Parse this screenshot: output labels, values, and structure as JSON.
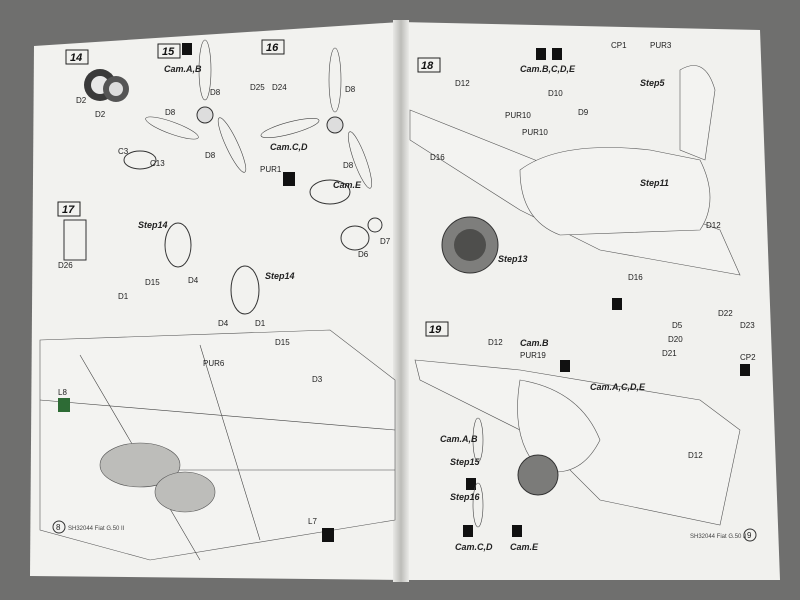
{
  "colors": {
    "background": "#6f6f6e",
    "paper": "#f1f1ef",
    "ink": "#222222"
  },
  "left_page": {
    "page_number": "8",
    "footer": "SH32044  Fiat G.50 II",
    "steps": [
      {
        "number": "14",
        "parts": [
          "D2",
          "D2"
        ]
      },
      {
        "number": "15",
        "camo": "Cam.A,B",
        "parts": [
          "D8",
          "D8",
          "D8",
          "C3",
          "C13"
        ]
      },
      {
        "number": "16",
        "camo": "Cam.C,D",
        "parts": [
          "D24",
          "D25",
          "D8",
          "D8",
          "PUR1",
          "D7",
          "D6"
        ],
        "camo2": "Cam.E"
      },
      {
        "number": "17",
        "parts": [
          "D26",
          "D15",
          "D4",
          "D1",
          "D4",
          "D1",
          "D15",
          "PUR6",
          "D3",
          "L8",
          "L7"
        ],
        "callouts": [
          "Step14",
          "Step14"
        ]
      }
    ]
  },
  "right_page": {
    "page_number": "9",
    "footer": "SH32044  Fiat G.50 II",
    "steps": [
      {
        "number": "18",
        "camo": "Cam.B,C,D,E",
        "parts": [
          "D12",
          "CP1",
          "PUR3",
          "D10",
          "D9",
          "PUR10",
          "PUR10",
          "D16",
          "D12",
          "D16",
          "D5",
          "D22",
          "D23",
          "D20",
          "D21"
        ],
        "callouts": [
          "Step5",
          "Step11",
          "Step13"
        ]
      },
      {
        "number": "19",
        "camo": "Cam.B",
        "camo2": "Cam.A,C,D,E",
        "camo3": "Cam.A,B",
        "camo4": "Cam.C,D",
        "camo5": "Cam.E",
        "parts": [
          "D12",
          "PUR19",
          "CP2",
          "D12"
        ],
        "callouts": [
          "Step15",
          "Step16"
        ]
      }
    ]
  }
}
